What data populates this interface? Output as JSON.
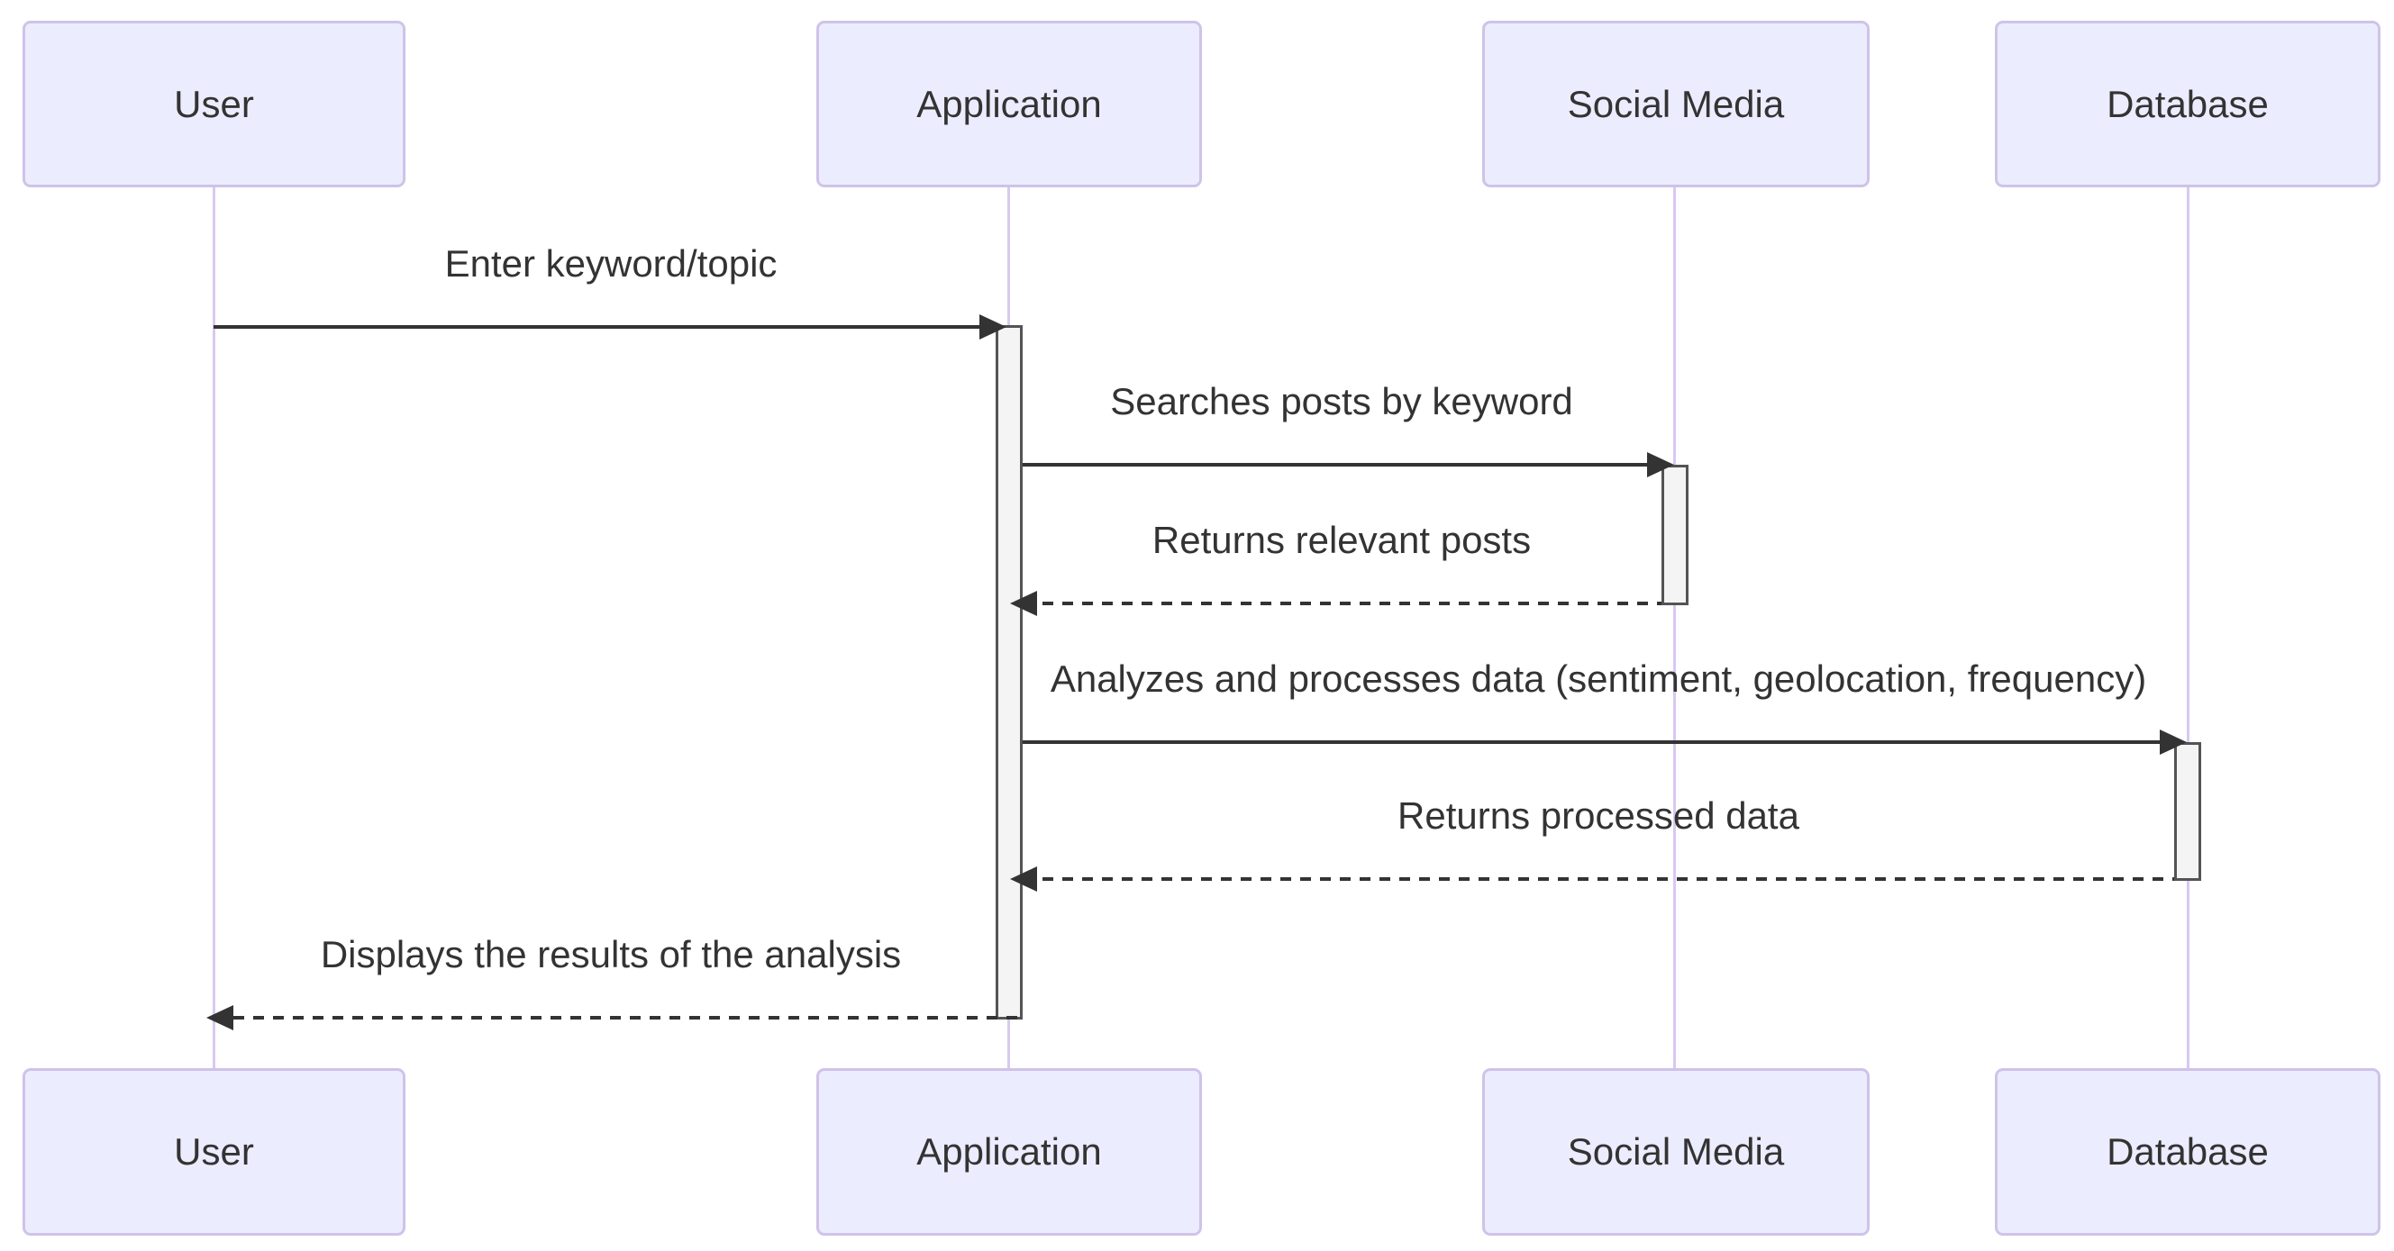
{
  "diagram": {
    "type": "sequence-diagram",
    "background": "#FFFFFF",
    "colors": {
      "background": "#FFFFFF",
      "actor_fill": "#ECECFF",
      "actor_border": "#CFC3E8",
      "text": "#333333",
      "lifeline": "#D8C9F0",
      "activation_fill": "#F4F4F4",
      "activation_border": "#545454",
      "line": "#333333"
    },
    "actors": [
      {
        "id": "user",
        "name": "User"
      },
      {
        "id": "application",
        "name": "Application"
      },
      {
        "id": "social-media",
        "name": "Social Media"
      },
      {
        "id": "database",
        "name": "Database"
      }
    ],
    "messages": [
      {
        "from": "User",
        "to": "Application",
        "style": "solid",
        "arrow": "right",
        "label": "Enter keyword/topic"
      },
      {
        "from": "Application",
        "to": "Social Media",
        "style": "solid",
        "arrow": "right",
        "label": "Searches posts by keyword"
      },
      {
        "from": "Social Media",
        "to": "Application",
        "style": "dashed",
        "arrow": "left",
        "label": "Returns relevant posts"
      },
      {
        "from": "Application",
        "to": "Database",
        "style": "solid",
        "arrow": "right",
        "label": "Analyzes and processes data (sentiment, geolocation, frequency)"
      },
      {
        "from": "Database",
        "to": "Application",
        "style": "dashed",
        "arrow": "left",
        "label": "Returns processed data"
      },
      {
        "from": "Application",
        "to": "User",
        "style": "dashed",
        "arrow": "left",
        "label": "Displays the results of the analysis"
      }
    ],
    "activations": [
      {
        "actor": "Application",
        "starts_at_message": 1,
        "ends_at_message": 6
      },
      {
        "actor": "Social Media",
        "starts_at_message": 2,
        "ends_at_message": 3
      },
      {
        "actor": "Database",
        "starts_at_message": 4,
        "ends_at_message": 5
      }
    ]
  }
}
